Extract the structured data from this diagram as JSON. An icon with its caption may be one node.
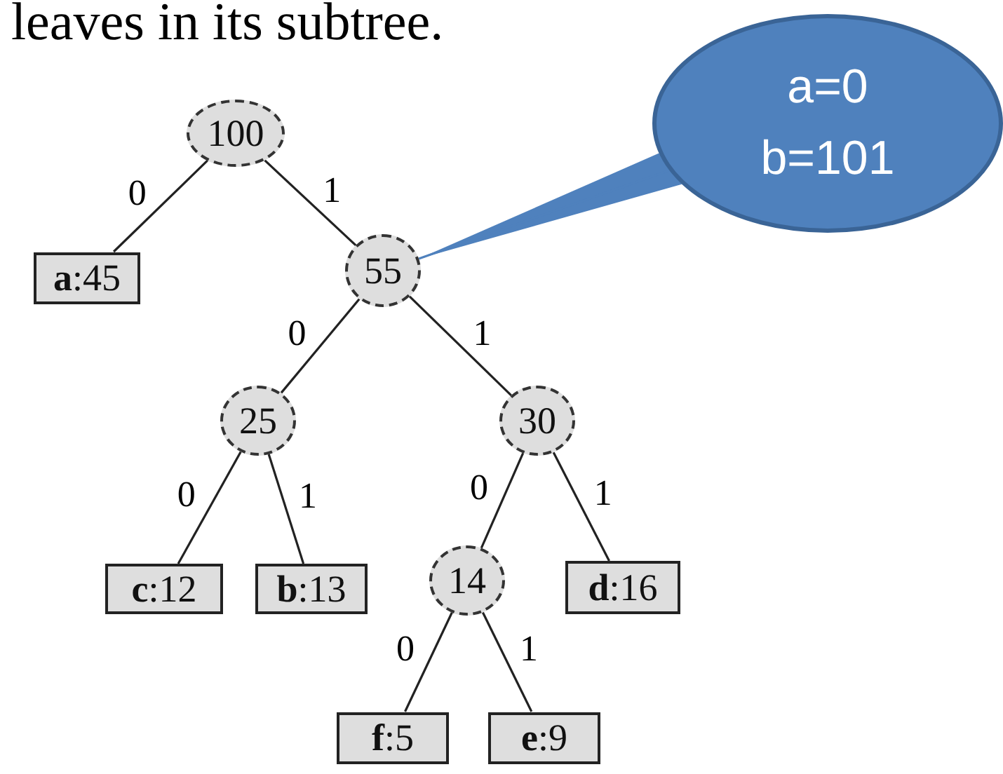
{
  "diagram": {
    "nodes": [
      {
        "text": [
          "100"
        ]
      },
      {
        "text": [
          "a=0 b=101"
        ]
      },
      {
        "text": [
          "**a**:45"
        ]
      },
      {
        "text": [
          "55"
        ]
      },
      {
        "text": [
          "25"
        ]
      },
      {
        "text": [
          "30"
        ]
      },
      {
        "text": [
          "**c**:12"
        ]
      },
      {
        "text": [
          "**b**:13"
        ]
      },
      {
        "text": [
          "14"
        ]
      },
      {
        "text": [
          "**d**:16"
        ]
      },
      {
        "text": [
          "**f**:5"
        ]
      },
      {
        "text": [
          "**e**:9"
        ]
      }
    ],
    "edges": [
      {
        "from": 0,
        "to": 2,
        "arrow": "none",
        "label": "0"
      },
      {
        "from": 0,
        "to": 3,
        "arrow": "none",
        "label": "1"
      },
      {
        "from": 1,
        "to": 3,
        "arrow": "none",
        "color": "#4f81bd"
      },
      {
        "from": 3,
        "to": 4,
        "arrow": "none",
        "label": "0"
      },
      {
        "from": 3,
        "to": 5,
        "arrow": "none",
        "label": "1"
      },
      {
        "from": 4,
        "to": 6,
        "arrow": "none",
        "label": "0"
      },
      {
        "from": 4,
        "to": 7,
        "arrow": "none",
        "label": "1"
      },
      {
        "from": 5,
        "to": 8,
        "arrow": "none",
        "label": "0"
      },
      {
        "from": 5,
        "to": 9,
        "arrow": "none",
        "label": "1"
      },
      {
        "from": 8,
        "to": 10,
        "arrow": "none",
        "label": "0"
      },
      {
        "from": 8,
        "to": 11,
        "arrow": "none",
        "label": "1"
      }
    ],
    "labels": [
      "leaves in its subtree."
    ]
  }
}
